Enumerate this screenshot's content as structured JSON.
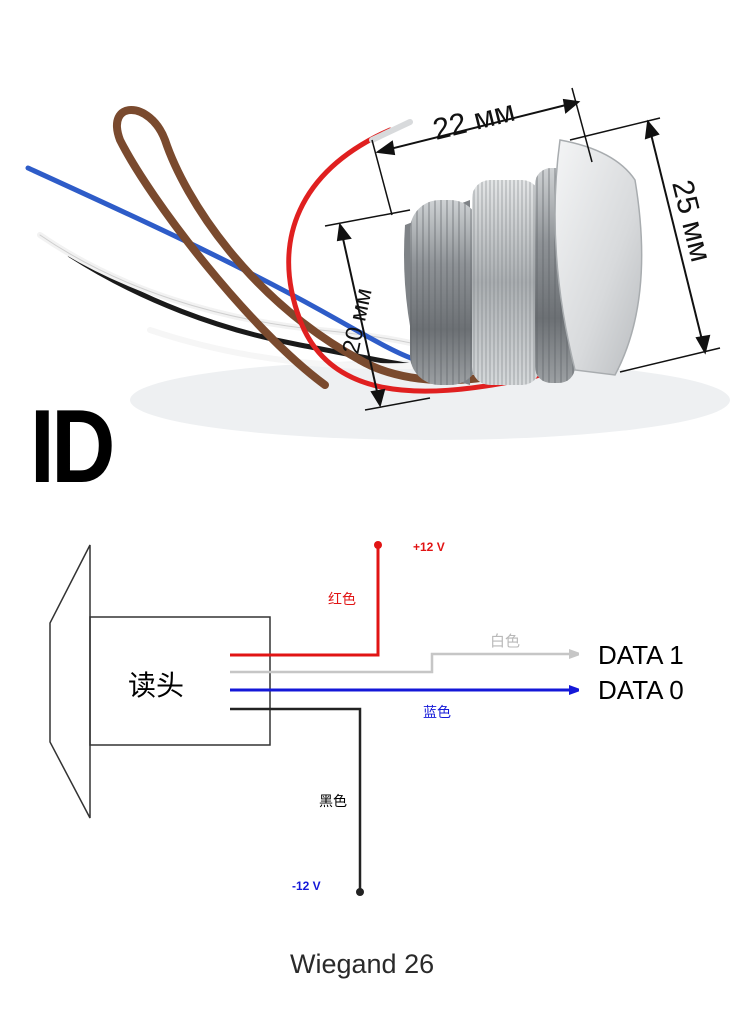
{
  "photo": {
    "badge": "ID",
    "dim_length": "22 мм",
    "dim_diameter": "25 мм",
    "dim_thread": "20 мм"
  },
  "diagram": {
    "reader_label": "读头",
    "wires": [
      {
        "color_name": "红色",
        "signal": "+12 V",
        "hex": "#e11414"
      },
      {
        "color_name": "白色",
        "signal": "DATA 1",
        "hex": "#c6c6c6"
      },
      {
        "color_name": "蓝色",
        "signal": "DATA 0",
        "hex": "#1418d8"
      },
      {
        "color_name": "黑色",
        "signal": "-12 V",
        "hex": "#222222"
      }
    ],
    "protocol": "Wiegand 26"
  }
}
